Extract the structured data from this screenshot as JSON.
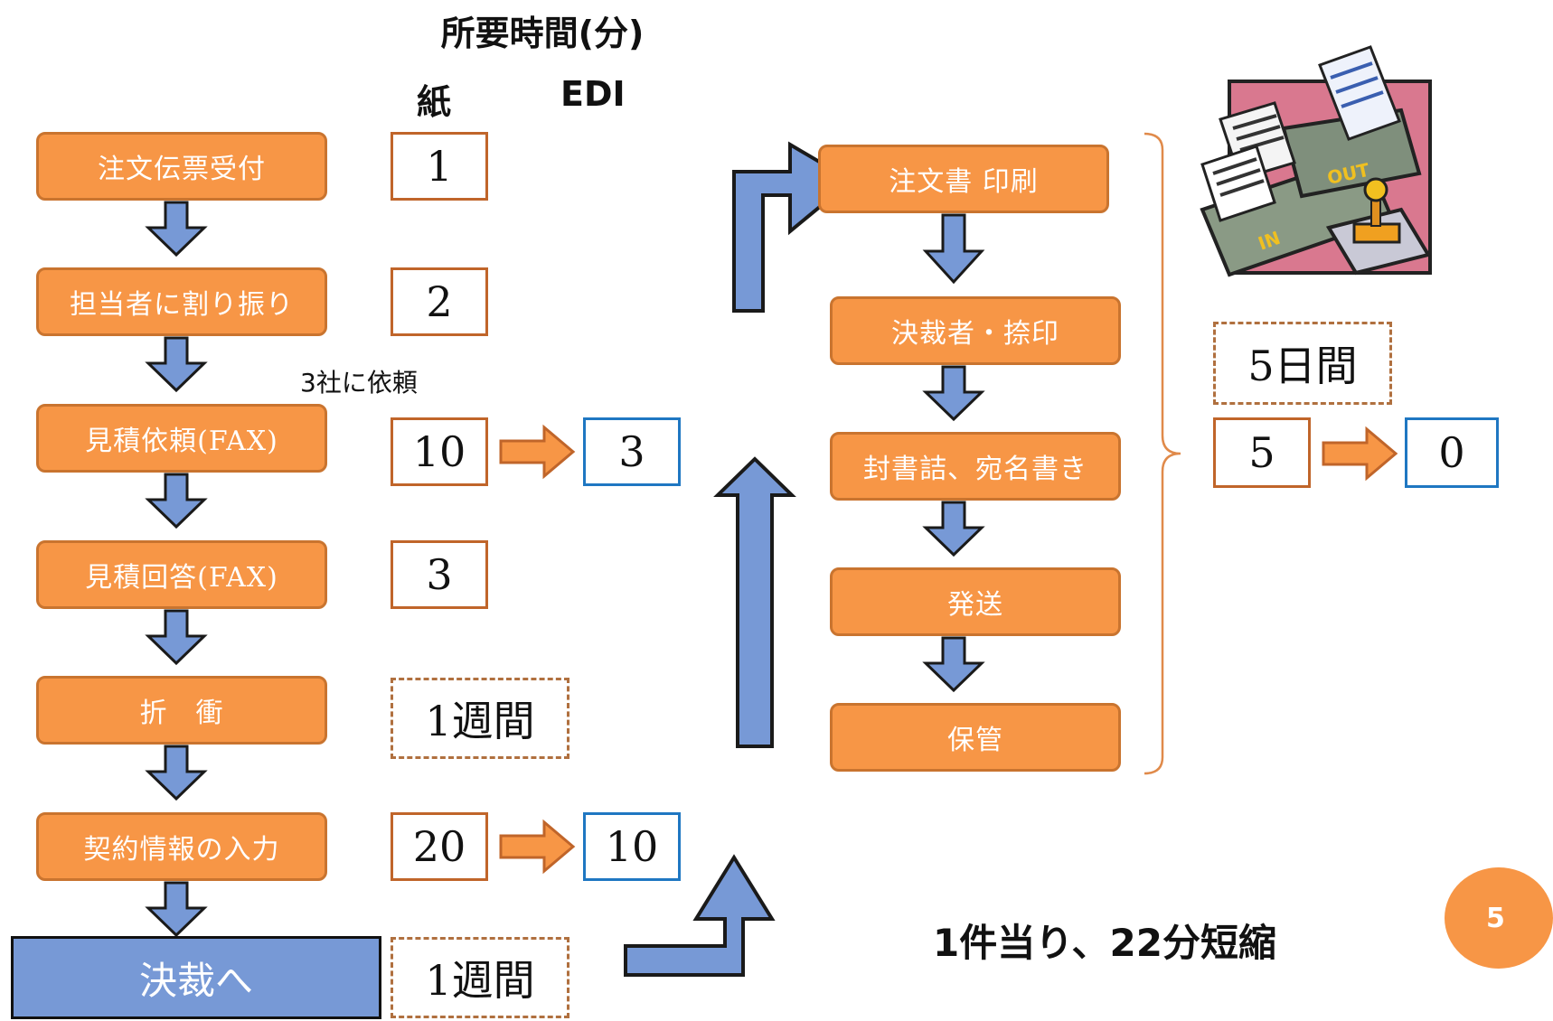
{
  "headers": {
    "title": "所要時間(分)",
    "paper": "紙",
    "edi": "EDI"
  },
  "left_flow": [
    {
      "label": "注文伝票受付",
      "paper": "1",
      "edi": ""
    },
    {
      "label": "担当者に割り振り",
      "paper": "2",
      "edi": ""
    },
    {
      "label": "見積依頼(FAX)",
      "paper": "10",
      "edi": "3"
    },
    {
      "label": "見積回答(FAX)",
      "paper": "3",
      "edi": ""
    },
    {
      "label": "折　衝",
      "paper": "1週間",
      "edi": ""
    },
    {
      "label": "契約情報の入力",
      "paper": "20",
      "edi": "10"
    }
  ],
  "note_3sha": "3社に依頼",
  "final_step": {
    "label": "決裁へ",
    "paper": "1週間"
  },
  "right_flow": [
    "注文書 印刷",
    "決裁者・捺印",
    "封書詰、宛名書き",
    "発送",
    "保管"
  ],
  "right_values": {
    "days": "5日間",
    "paper": "5",
    "edi": "0"
  },
  "summary": "1件当り、22分短縮",
  "page_number": "5",
  "colors": {
    "step_fill": "#f79646",
    "step_border": "#c9742f",
    "arrow_blue": "#7799d6",
    "paper_border": "#c0652a",
    "edi_border": "#1f77c2"
  }
}
